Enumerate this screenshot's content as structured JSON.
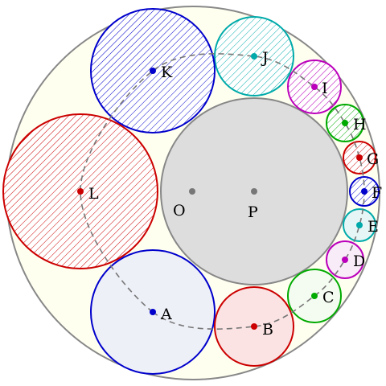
{
  "center_labels": {
    "outer": "O",
    "inner": "P"
  },
  "colors": {
    "outer_fill": "#fffff0",
    "outer_stroke": "#888888",
    "inner_fill": "#dddddd",
    "inner_stroke": "#888888",
    "path": "#777777"
  },
  "circles": [
    {
      "label": "A",
      "color": "#0000cc",
      "fill": "#eef0f8",
      "hatch": false
    },
    {
      "label": "B",
      "color": "#cc0000",
      "fill": "#fbe3e3",
      "hatch": false
    },
    {
      "label": "C",
      "color": "#00aa00",
      "fill": "#f4fbf0",
      "hatch": false
    },
    {
      "label": "D",
      "color": "#bb00bb",
      "fill": "#f8ecf8",
      "hatch": false
    },
    {
      "label": "E",
      "color": "#00aaaa",
      "fill": "#e6f6f6",
      "hatch": false
    },
    {
      "label": "F",
      "color": "#0000cc",
      "fill": "#ffffff",
      "hatch": true
    },
    {
      "label": "G",
      "color": "#cc0000",
      "fill": "#ffffff",
      "hatch": true
    },
    {
      "label": "H",
      "color": "#00aa00",
      "fill": "#ffffff",
      "hatch": true
    },
    {
      "label": "I",
      "color": "#bb00bb",
      "fill": "#ffffff",
      "hatch": true
    },
    {
      "label": "J",
      "color": "#00aaaa",
      "fill": "#ffffff",
      "hatch": true
    },
    {
      "label": "K",
      "color": "#0000cc",
      "fill": "#ffffff",
      "hatch": true
    },
    {
      "label": "L",
      "color": "#cc0000",
      "fill": "#ffffff",
      "hatch": true
    }
  ]
}
